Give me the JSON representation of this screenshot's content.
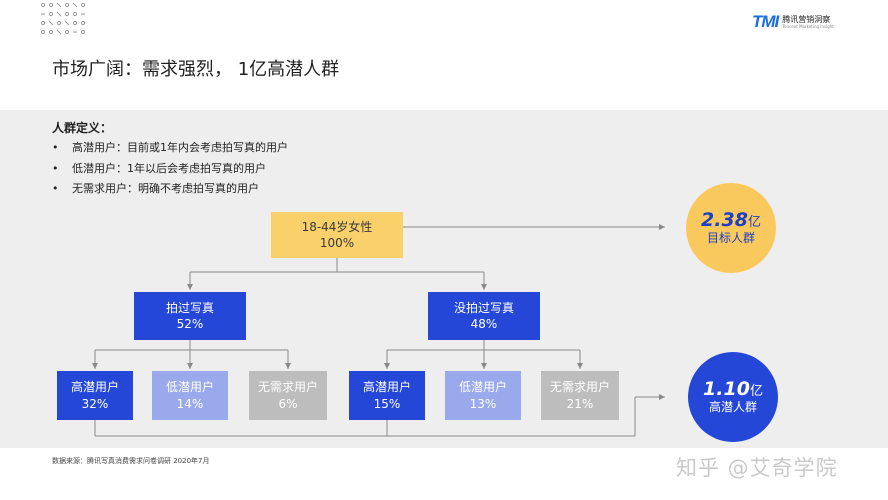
{
  "header": {
    "brand_mark": "TMI",
    "brand_name_cn": "腾讯营销洞察",
    "brand_name_en": "Tencent Marketing Insight",
    "title": "市场广阔：需求强烈， 1亿高潜人群"
  },
  "definitions": {
    "title": "人群定义：",
    "bullet": "•",
    "items": [
      "高潜用户：目前或1年内会考虑拍写真的用户",
      "低潜用户：1年以后会考虑拍写真的用户",
      "无需求用户：明确不考虑拍写真的用户"
    ]
  },
  "tree": {
    "root": {
      "label": "18-44岁女性",
      "value": "100%"
    },
    "left": {
      "label": "拍过写真",
      "value": "52%",
      "children": [
        {
          "label": "高潜用户",
          "value": "32%"
        },
        {
          "label": "低潜用户",
          "value": "14%"
        },
        {
          "label": "无需求用户",
          "value": "6%"
        }
      ]
    },
    "right": {
      "label": "没拍过写真",
      "value": "48%",
      "children": [
        {
          "label": "高潜用户",
          "value": "15%"
        },
        {
          "label": "低潜用户",
          "value": "13%"
        },
        {
          "label": "无需求用户",
          "value": "21%"
        }
      ]
    }
  },
  "summary": {
    "target": {
      "number": "2.38",
      "unit": "亿",
      "label": "目标人群"
    },
    "high_potential": {
      "number": "1.10",
      "unit": "亿",
      "label": "高潜人群"
    }
  },
  "footer": {
    "source": "数据来源：腾讯写真消费需求问卷调研 2020年7月",
    "watermark": "知乎 @艾奇学院"
  },
  "colors": {
    "root_fill": "#f9d06a",
    "primary_blue": "#2447d8",
    "light_blue": "#9aa9ec",
    "gray": "#bdbdbd",
    "panel_bg": "#eeeeee",
    "brand_blue": "#1a6fe0"
  }
}
